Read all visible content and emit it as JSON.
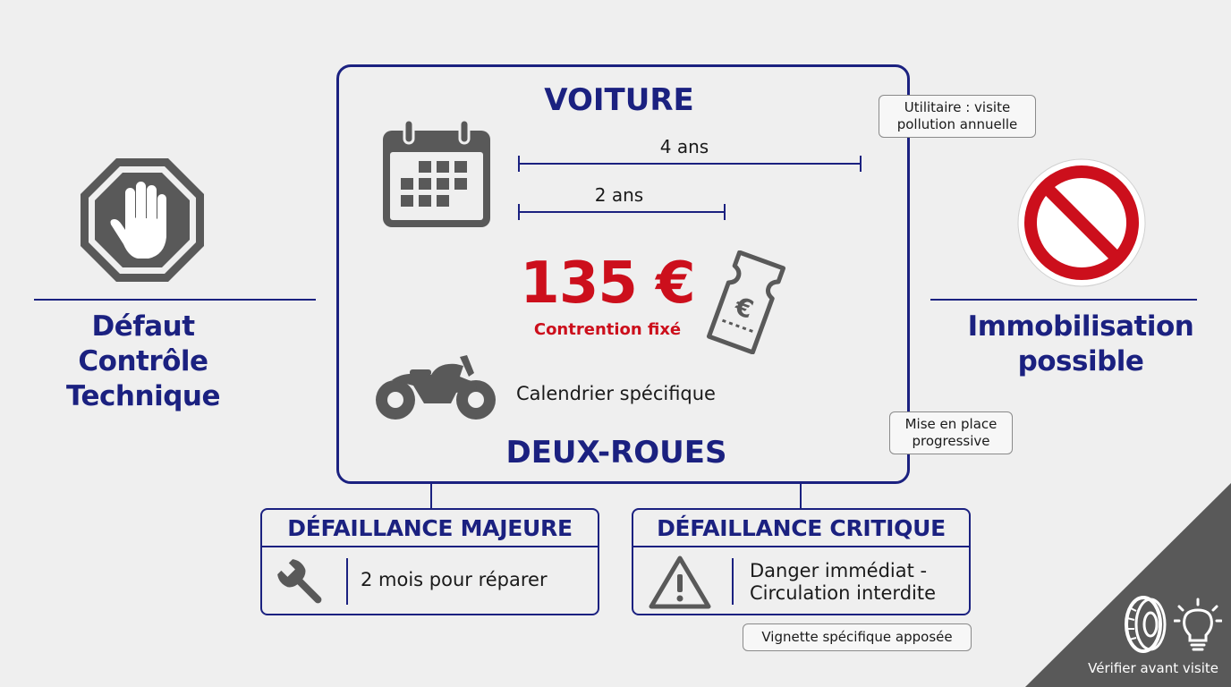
{
  "left": {
    "title_lines": [
      "Défaut",
      "Contrôle",
      "Technique"
    ],
    "icon": "stop-hand-icon"
  },
  "right": {
    "title_lines": [
      "Immobilisation",
      "possible"
    ],
    "icon": "no-entry-icon"
  },
  "voiture": {
    "title": "VOITURE",
    "icon": "calendar-icon",
    "timeline_long": "4 ans",
    "timeline_short": "2 ans"
  },
  "amende": {
    "amount": "135 €",
    "label": "Contrention fixé",
    "icon": "euro-ticket-icon"
  },
  "deux_roues": {
    "title": "DEUX-ROUES",
    "icon": "motorcycle-icon",
    "text": "Calendrier spécifique"
  },
  "notes": {
    "utilitaire": [
      "Utilitaire : visite",
      "pollution annuelle"
    ],
    "mise_en_place": [
      "Mise en place",
      "progressive"
    ],
    "vignette": "Vignette spécifique apposée"
  },
  "majeure": {
    "title": "DÉFAILLANCE MAJEURE",
    "icon": "wrench-icon",
    "text": "2 mois pour réparer"
  },
  "critique": {
    "title": "DÉFAILLANCE CRITIQUE",
    "icon": "warning-triangle-icon",
    "text_lines": [
      "Danger immédiat -",
      "Circulation interdite"
    ]
  },
  "corner": {
    "label": "Vérifier avant visite",
    "icons": [
      "tire-icon",
      "lightbulb-icon"
    ]
  },
  "colors": {
    "navy": "#1b2180",
    "red": "#cc0f1c",
    "icon_gray": "#595959",
    "background": "#efefef"
  }
}
